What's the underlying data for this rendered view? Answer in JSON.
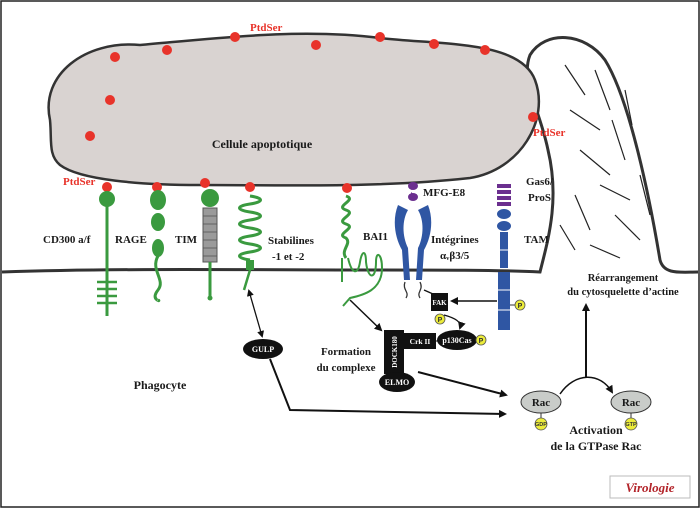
{
  "labels": {
    "apoptotic_cell": "Cellule apoptotique",
    "ptdser": "PtdSer",
    "phagocyte": "Phagocyte",
    "cd300": "CD300 a/f",
    "rage": "RAGE",
    "tim": "TIM",
    "stabilines_1": "Stabilines",
    "stabilines_2": "-1 et -2",
    "bai1": "BAI1",
    "mfge8": "MFG-E8",
    "integrines_1": "Intégrines",
    "integrines_2": "αᵥβ3/5",
    "gas6_1": "Gas6/",
    "gas6_2": "ProS",
    "tam": "TAM",
    "fak": "FAK",
    "p": "P",
    "p130cas": "p130Cas",
    "crkii": "Crk II",
    "dock180": "DOCK180",
    "elmo": "ELMO",
    "gulp": "GULP",
    "formation_1": "Formation",
    "formation_2": "du complexe",
    "rac": "Rac",
    "gdp": "GDP",
    "gtp": "GTP",
    "activation_1": "Activation",
    "activation_2": "de la GTPase Rac",
    "rearrangement_1": "Réarrangement",
    "rearrangement_2": "du cytosquelette d’actine",
    "logo": "Virologie"
  },
  "colors": {
    "ptdser": "#e8332a",
    "receptor_green": "#3a9a3f",
    "integrin_blue": "#2f56a3",
    "bridge_purple": "#6b2f8f",
    "cell_fill": "#d9d3d1",
    "rac_fill": "#c9ccc9",
    "phospho_yellow": "#ecec3a"
  }
}
